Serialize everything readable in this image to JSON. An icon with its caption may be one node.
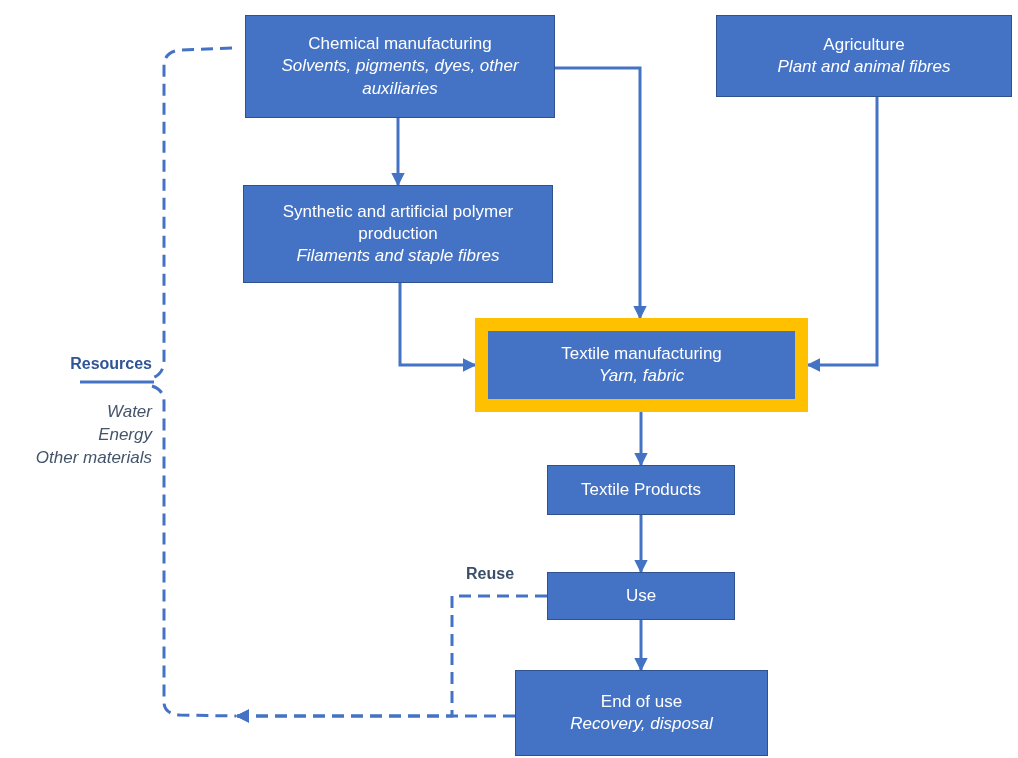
{
  "diagram": {
    "nodes": [
      {
        "text": [
          "Chemical manufacturing",
          "Solvents, pigments, dyes, other auxiliaries"
        ]
      },
      {
        "text": [
          "Synthetic and artificial polymer production",
          "Filaments and staple fibres"
        ]
      },
      {
        "text": [
          "Agriculture",
          "Plant and animal fibres"
        ]
      },
      {
        "text": [
          "Textile manufacturing",
          "Yarn, fabric"
        ]
      },
      {
        "text": [
          "Textile Products"
        ]
      },
      {
        "text": [
          "Use"
        ]
      },
      {
        "text": [
          "End of use",
          "Recovery, disposal"
        ]
      },
      {
        "text": [],
        "shape": "brace"
      }
    ],
    "edges": [
      {
        "from": 0,
        "to": 1,
        "arrow": "to"
      },
      {
        "from": 0,
        "to": 3,
        "arrow": "to"
      },
      {
        "from": 1,
        "to": 3,
        "arrow": "to"
      },
      {
        "from": 2,
        "to": 3,
        "arrow": "to"
      },
      {
        "from": 3,
        "to": 4,
        "arrow": "to"
      },
      {
        "from": 4,
        "to": 5,
        "arrow": "to"
      },
      {
        "from": 5,
        "to": 6,
        "arrow": "to"
      },
      {
        "from": 5,
        "to": 7,
        "arrow": "to",
        "label": "Reuse",
        "style": "dashed"
      },
      {
        "from": 6,
        "to": 7,
        "arrow": "to",
        "style": "dashed"
      }
    ],
    "labels": [
      "Resources",
      "Water",
      "Energy",
      "Other materials"
    ]
  }
}
